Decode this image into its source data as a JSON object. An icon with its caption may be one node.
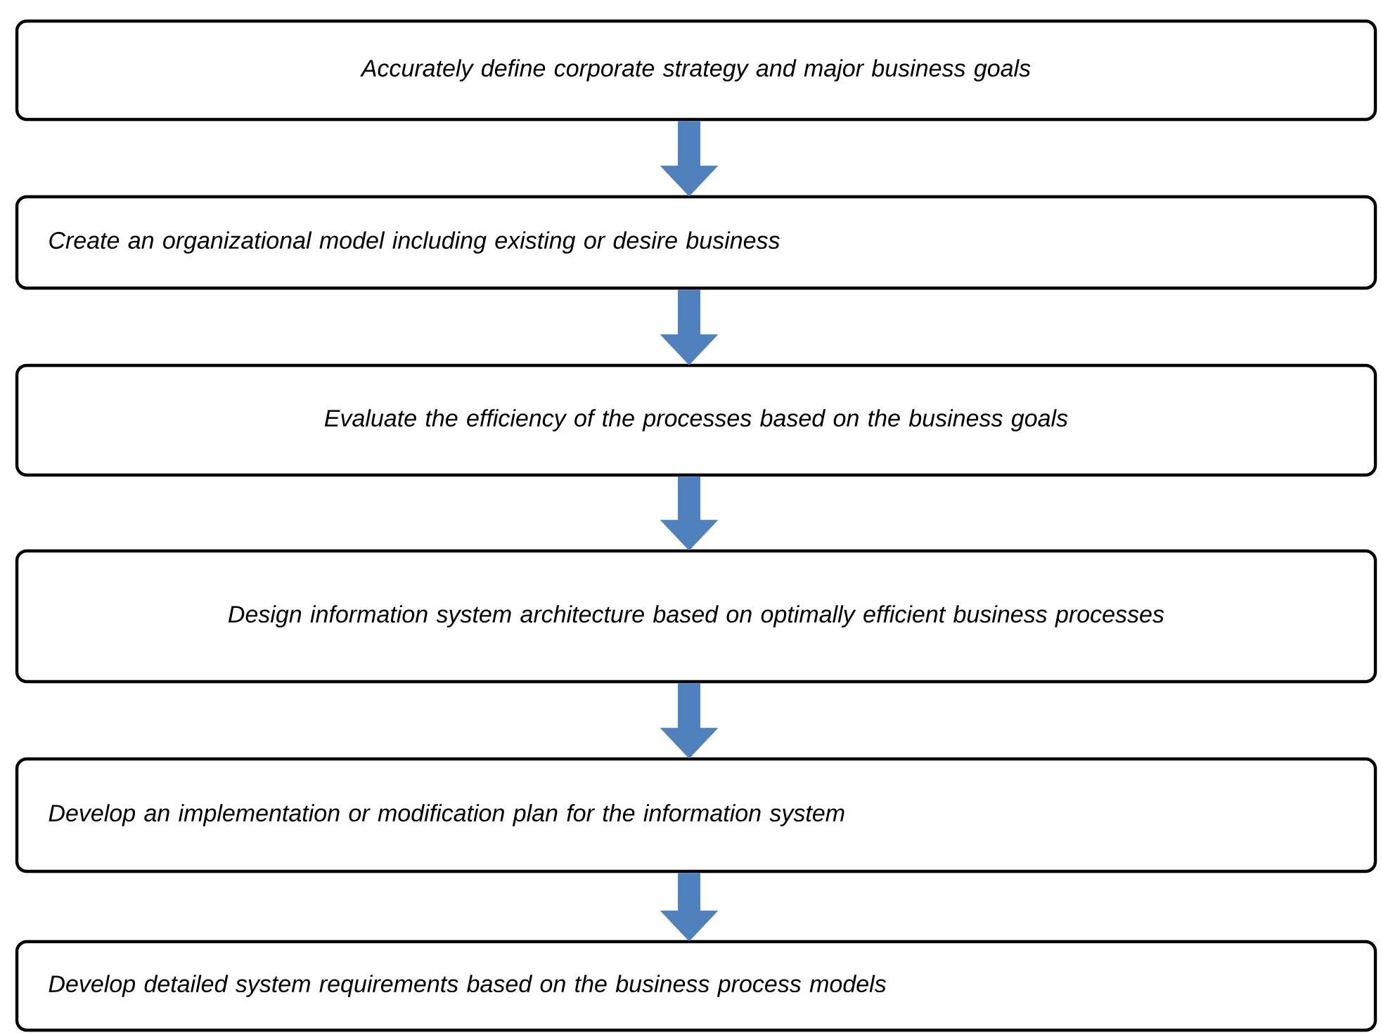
{
  "diagram": {
    "nodes": [
      {
        "text": [
          "Accurately define corporate strategy and major business goals"
        ]
      },
      {
        "text": [
          "Create an organizational model including existing or desire business"
        ]
      },
      {
        "text": [
          "Evaluate the efficiency of the processes based on the business goals"
        ]
      },
      {
        "text": [
          "Design information system architecture based on optimally efficient business processes"
        ]
      },
      {
        "text": [
          "Develop an implementation or modification plan for the information system"
        ]
      },
      {
        "text": [
          "Develop detailed system requirements based on the business process models"
        ]
      }
    ],
    "edges": [
      {
        "from": 0,
        "to": 1,
        "arrow": "to"
      },
      {
        "from": 1,
        "to": 2,
        "arrow": "to"
      },
      {
        "from": 2,
        "to": 3,
        "arrow": "to"
      },
      {
        "from": 3,
        "to": 4,
        "arrow": "to"
      },
      {
        "from": 4,
        "to": 5,
        "arrow": "to"
      }
    ]
  }
}
